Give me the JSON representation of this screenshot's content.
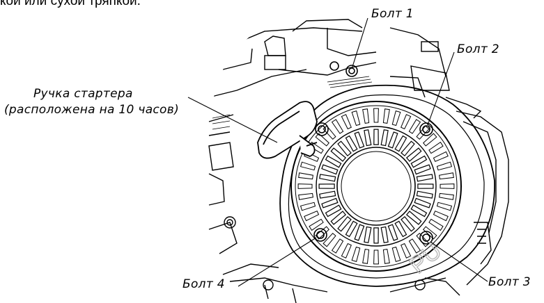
{
  "header_text": "кой или сухой тряпкой.",
  "labels": {
    "bolt1": "Болт 1",
    "bolt2": "Болт 2",
    "bolt3": "Болт 3",
    "bolt4": "Болт 4",
    "starter_line1": "Ручка стартера",
    "starter_line2": "(расположена на 10 часов)"
  },
  "watermark": "PU"
}
